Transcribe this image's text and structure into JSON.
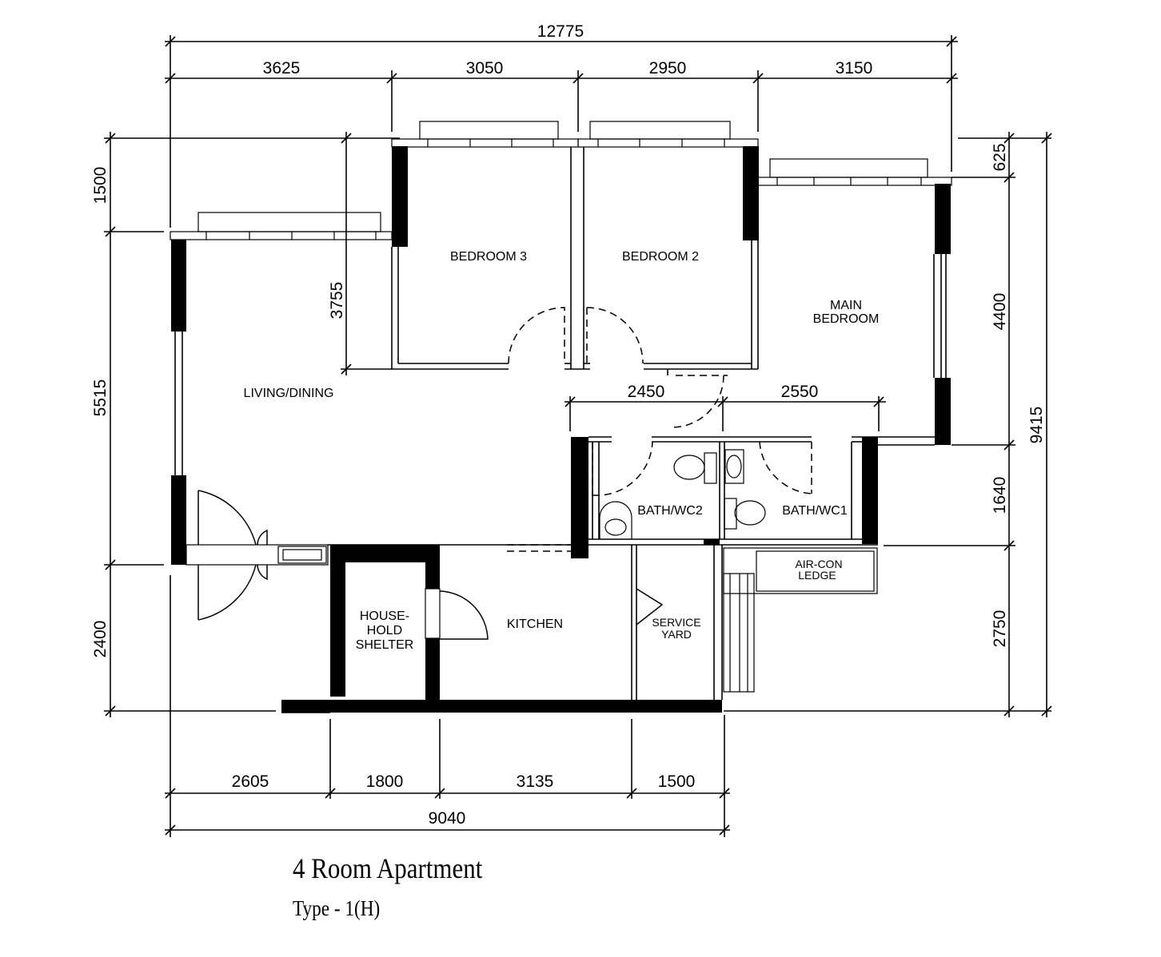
{
  "title": "4 Room Apartment",
  "subtitle": "Type - 1(H)",
  "dimensions": {
    "top_overall": "12775",
    "top_1": "3625",
    "top_2": "3050",
    "top_3": "2950",
    "top_4": "3150",
    "left_1": "1500",
    "left_2": "5515",
    "left_3": "2400",
    "inner_left": "3755",
    "right_1": "625",
    "right_2": "4400",
    "right_3": "1640",
    "right_4": "2750",
    "right_overall": "9415",
    "bath_1": "2450",
    "bath_2": "2550",
    "bottom_1": "2605",
    "bottom_2": "1800",
    "bottom_3": "3135",
    "bottom_4": "1500",
    "bottom_overall": "9040"
  },
  "rooms": {
    "bedroom3": "BEDROOM 3",
    "bedroom2": "BEDROOM 2",
    "main_bedroom_1": "MAIN",
    "main_bedroom_2": "BEDROOM",
    "living": "LIVING/DINING",
    "bath2": "BATH/WC2",
    "bath1": "BATH/WC1",
    "aircon_1": "AIR-CON",
    "aircon_2": "LEDGE",
    "shelter_1": "HOUSE-",
    "shelter_2": "HOLD",
    "shelter_3": "SHELTER",
    "kitchen": "KITCHEN",
    "service_1": "SERVICE",
    "service_2": "YARD"
  }
}
